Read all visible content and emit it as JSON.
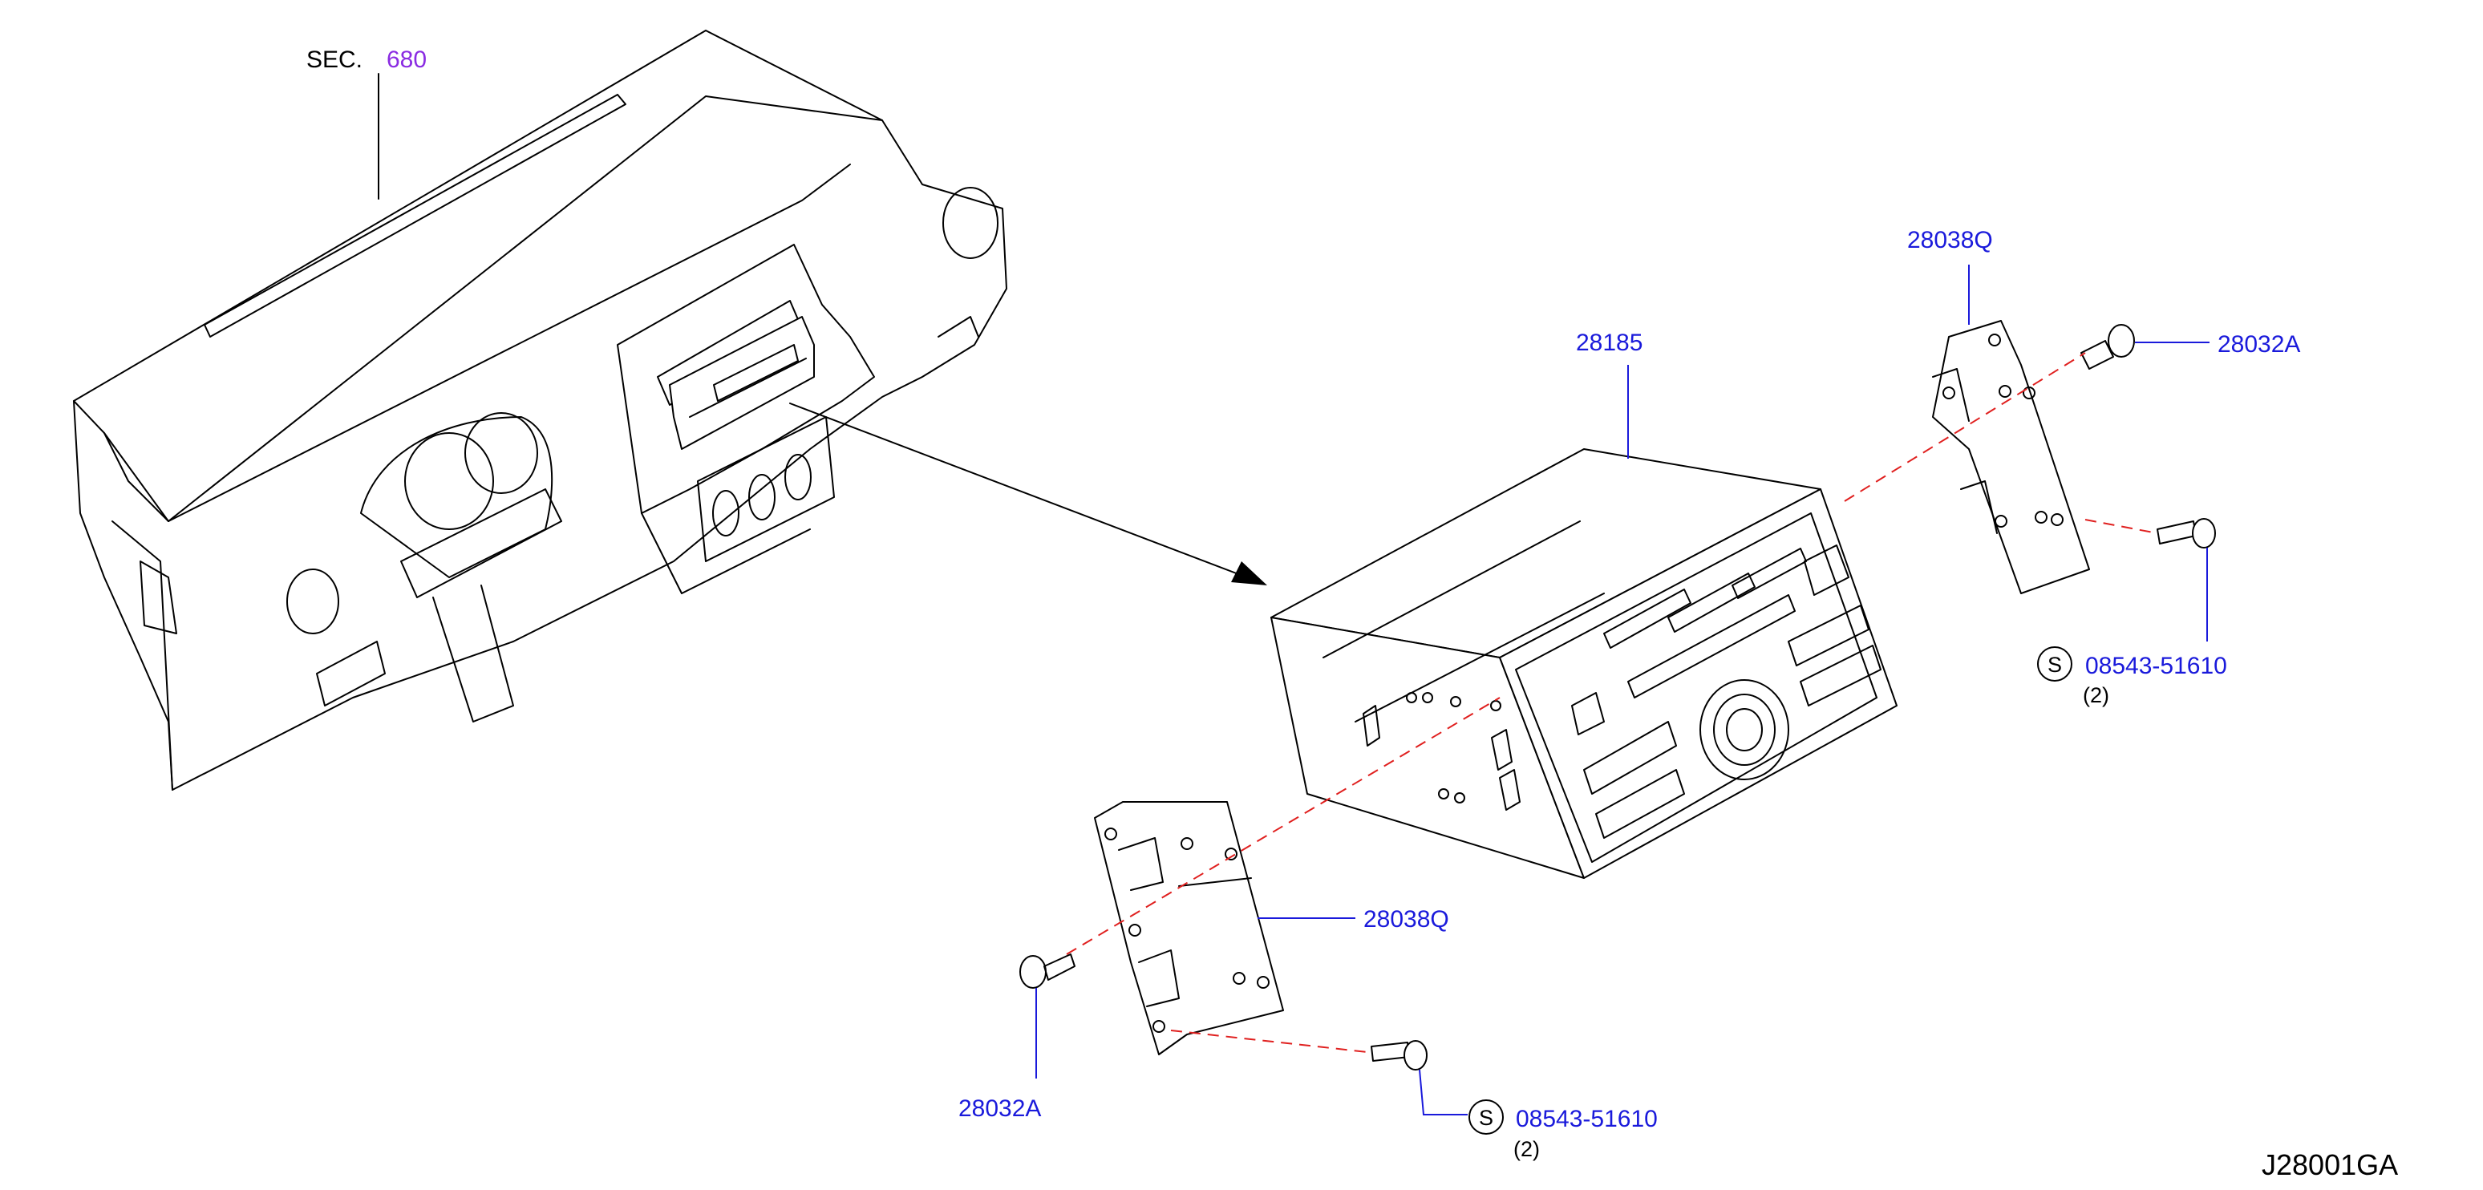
{
  "sec_label": "SEC.",
  "sec_number": "680",
  "parts": {
    "audio_unit": "28185",
    "bracket_right": "28038Q",
    "bracket_left": "28038Q",
    "screw_right": "28032A",
    "screw_left": "28032A",
    "bolt_right": "08543-51610",
    "bolt_right_qty": "(2)",
    "bolt_left": "08543-51610",
    "bolt_left_qty": "(2)"
  },
  "standard_mark": "S",
  "figure_id": "J28001GA",
  "colors": {
    "callout": "#1a1adb",
    "section_ref": "#8a2be2",
    "install_line": "#e0201f",
    "drawing": "#000000"
  }
}
